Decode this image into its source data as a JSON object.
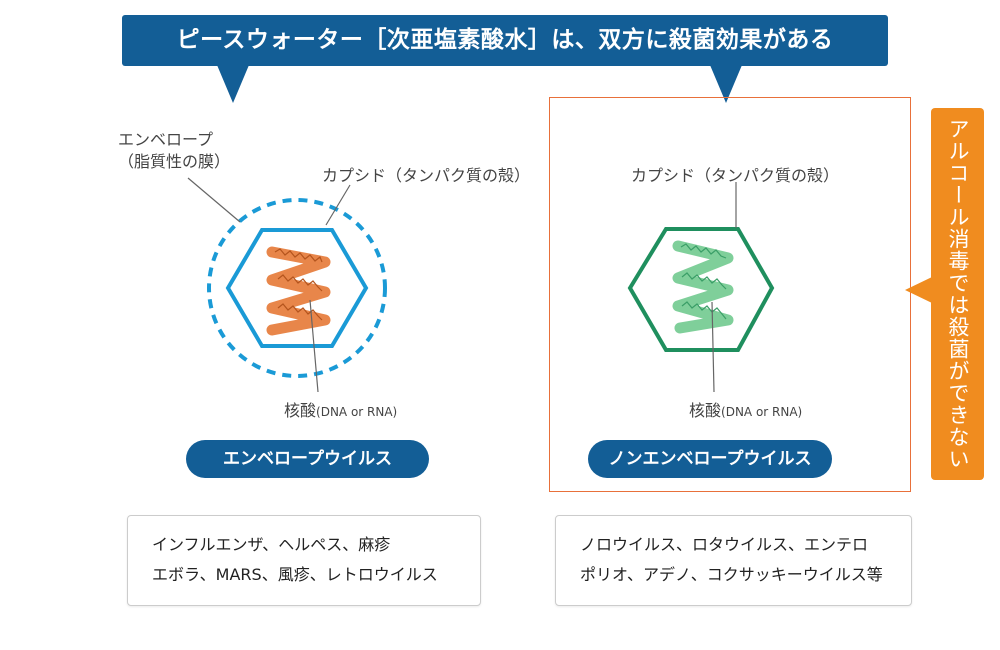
{
  "banner": {
    "text": "ピースウォーター［次亜塩素酸水］は、双方に殺菌効果がある"
  },
  "colors": {
    "banner": "#135e96",
    "envelope_dashes": "#1a9ad6",
    "envelope_capsid": "#1a9ad6",
    "envelope_rna": "#e8864a",
    "nonenvelope_capsid": "#1f8f5e",
    "nonenvelope_rna": "#7fcf9a",
    "frame": "#e8703a",
    "callout": "#f08c1f"
  },
  "left": {
    "envelope_label_line1": "エンベロープ",
    "envelope_label_line2": "（脂質性の膜）",
    "capsid_label": "カプシド（タンパク質の殻）",
    "nucleic_label": "核酸",
    "nucleic_small": "(DNA or RNA)",
    "pill": "エンベロープウイルス",
    "examples": [
      "インフルエンザ、ヘルペス、麻疹",
      "エボラ、MARS、風疹、レトロウイルス"
    ]
  },
  "right": {
    "capsid_label": "カプシド（タンパク質の殻）",
    "nucleic_label": "核酸",
    "nucleic_small": "(DNA or RNA)",
    "pill": "ノンエンベロープウイルス",
    "examples": [
      "ノロウイルス、ロタウイルス、エンテロ",
      "ポリオ、アデノ、コクサッキーウイルス等"
    ]
  },
  "callout": {
    "text": "アルコール消毒では殺菌ができない"
  }
}
